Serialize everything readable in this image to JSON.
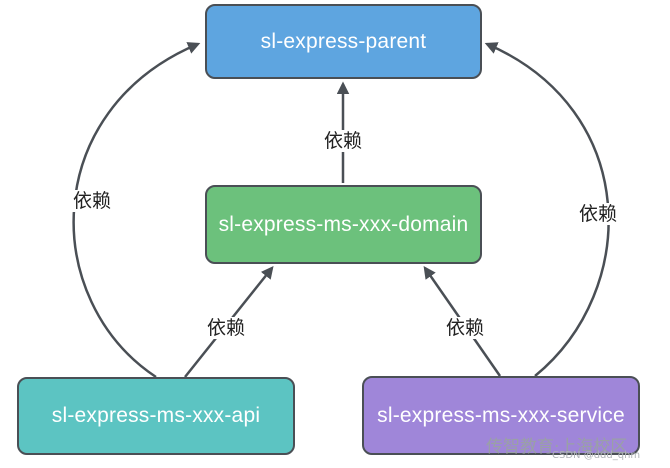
{
  "nodes": {
    "parent": {
      "label": "sl-express-parent",
      "color": "#5ea5e0"
    },
    "domain": {
      "label": "sl-express-ms-xxx-domain",
      "color": "#6cc17c"
    },
    "api": {
      "label": "sl-express-ms-xxx-api",
      "color": "#5cc4c2"
    },
    "service": {
      "label": "sl-express-ms-xxx-service",
      "color": "#9f86d9"
    }
  },
  "edges": [
    {
      "from": "domain",
      "to": "parent",
      "label": "依赖"
    },
    {
      "from": "api",
      "to": "parent",
      "label": "依赖"
    },
    {
      "from": "service",
      "to": "parent",
      "label": "依赖"
    },
    {
      "from": "api",
      "to": "domain",
      "label": "依赖"
    },
    {
      "from": "service",
      "to": "domain",
      "label": "依赖"
    }
  ],
  "watermark": {
    "brand": "传智教育·上海校区",
    "csdn": "CSDN @ddd_qhm"
  },
  "colors": {
    "edge": "#4a4f55",
    "border": "#4a4f55"
  }
}
